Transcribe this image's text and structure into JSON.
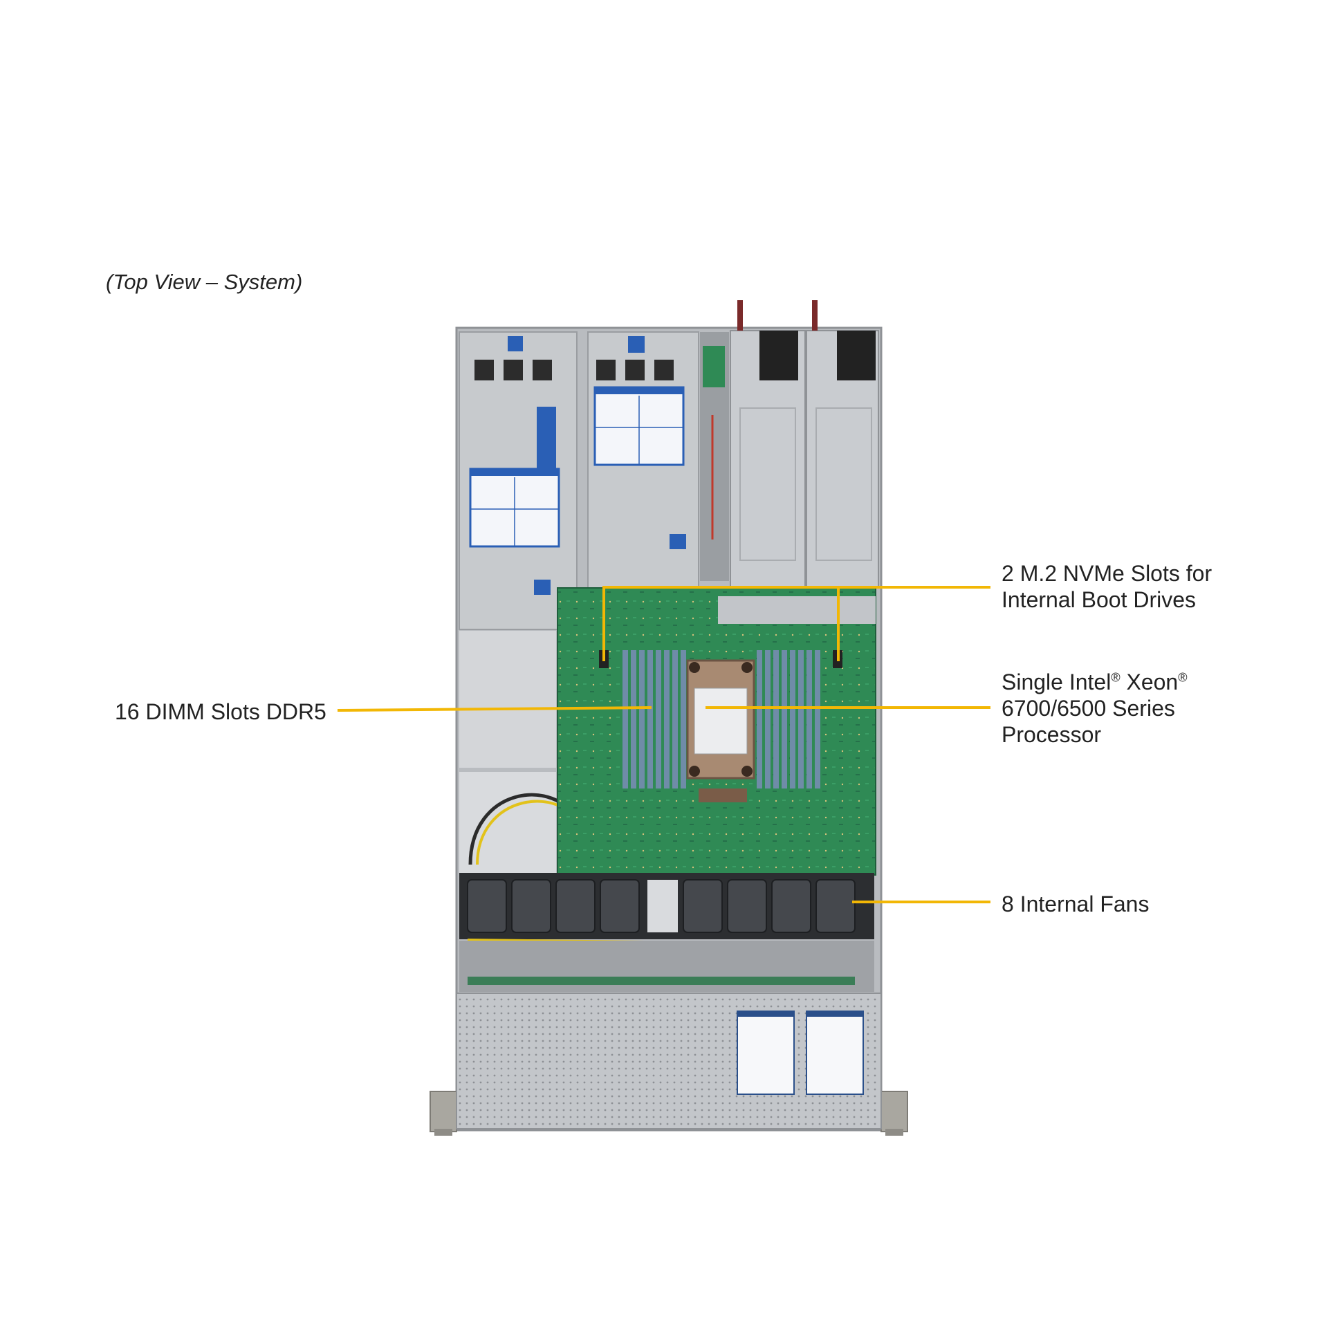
{
  "caption": "(Top View – System)",
  "callouts": {
    "m2": {
      "line1": "2 M.2 NVMe Slots for",
      "line2": "Internal Boot Drives"
    },
    "cpu": {
      "line1_a": "Single Intel",
      "line1_reg1": "®",
      "line1_b": " Xeon",
      "line1_reg2": "®",
      "line2": "6700/6500 Series",
      "line3": "Processor"
    },
    "dimm": {
      "text": "16 DIMM Slots DDR5"
    },
    "fans": {
      "text": "8 Internal Fans"
    }
  },
  "colors": {
    "leader_line": "#f2b705",
    "chassis_metal": "#c9ccd0",
    "motherboard": "#2e8b57",
    "dimm_slot": "#6f8ca8",
    "fan": "#3a3d42",
    "label_blue": "#2a5fb5"
  },
  "icons": [
    "server-chassis-top-view"
  ]
}
